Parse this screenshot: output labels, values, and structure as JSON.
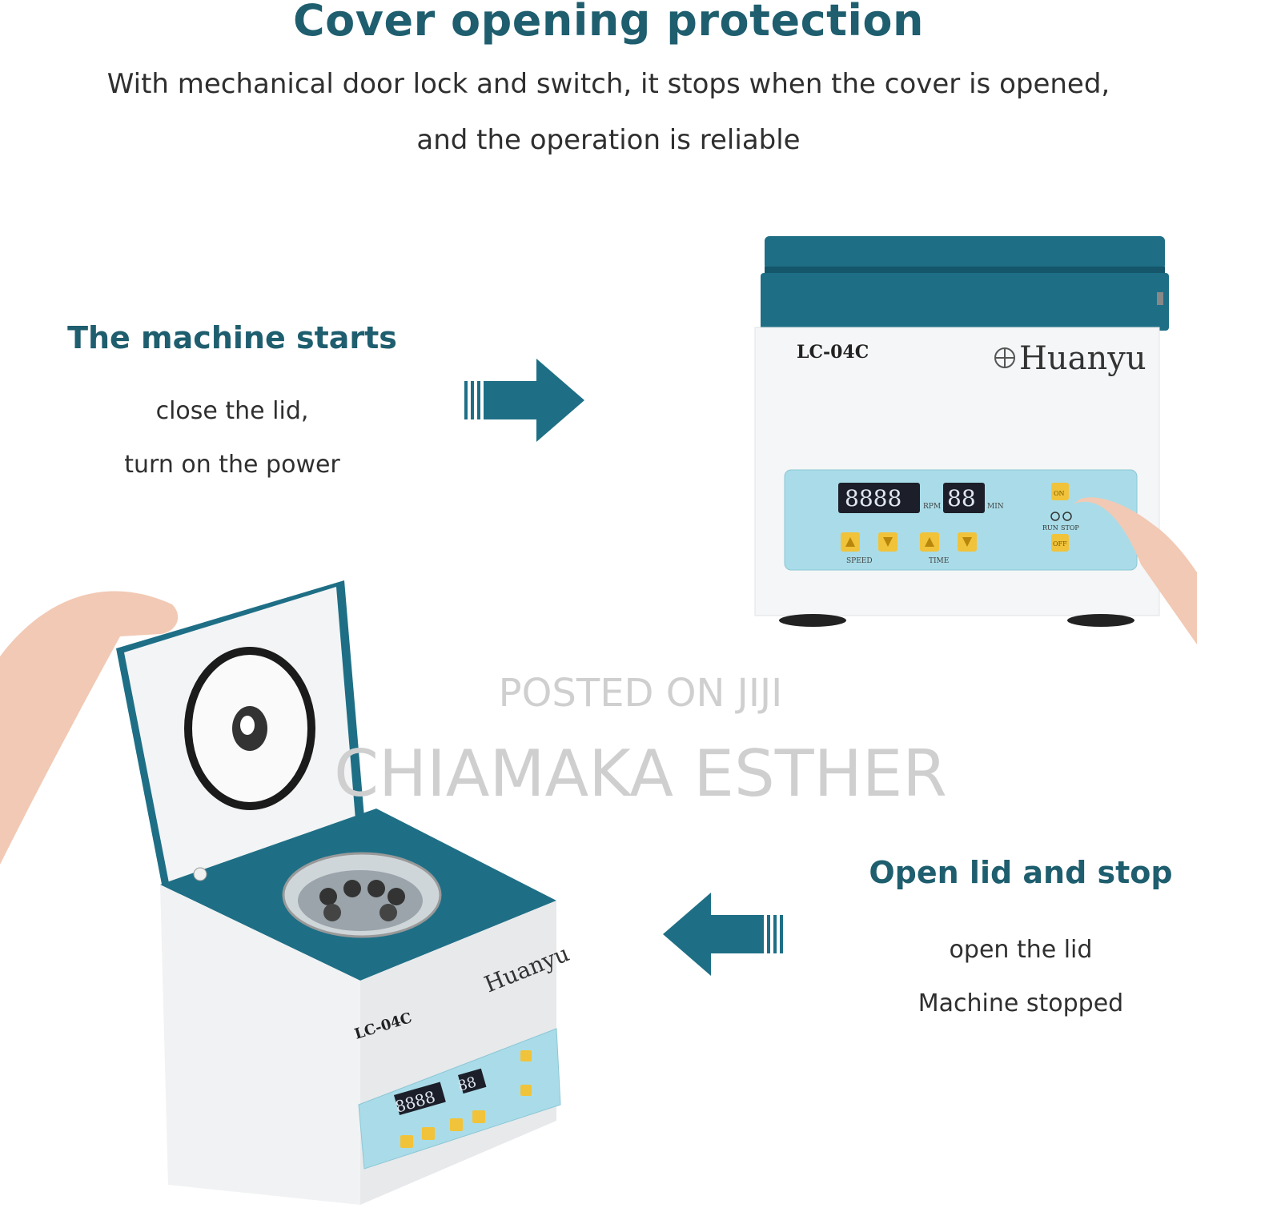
{
  "header": {
    "title": "Cover opening protection",
    "line1": "With mechanical door lock and switch, it stops when the cover is opened,",
    "line2": "and the operation is reliable"
  },
  "step_start": {
    "heading": "The machine starts",
    "line1": "close the lid,",
    "line2": "turn on the power"
  },
  "step_stop": {
    "heading": "Open lid and stop",
    "line1": "open the lid",
    "line2": "Machine stopped"
  },
  "device": {
    "model": "LC-04C",
    "brand": "Huanyu",
    "rpm_display": "8888",
    "rpm_unit": "RPM",
    "min_display": "88",
    "min_unit": "MIN",
    "speed_label": "SPEED",
    "time_label": "TIME",
    "run_label": "RUN",
    "stop_label": "STOP",
    "on_label": "ON",
    "off_label": "OFF"
  },
  "watermark": {
    "line1": "POSTED ON JIJI",
    "line2": "CHIAMAKA ESTHER"
  },
  "colors": {
    "teal": "#1e6f86",
    "dark_teal": "#1e5e6e",
    "panel": "#a9dce8",
    "display": "#1c1f2a",
    "button": "#f1c33a"
  }
}
